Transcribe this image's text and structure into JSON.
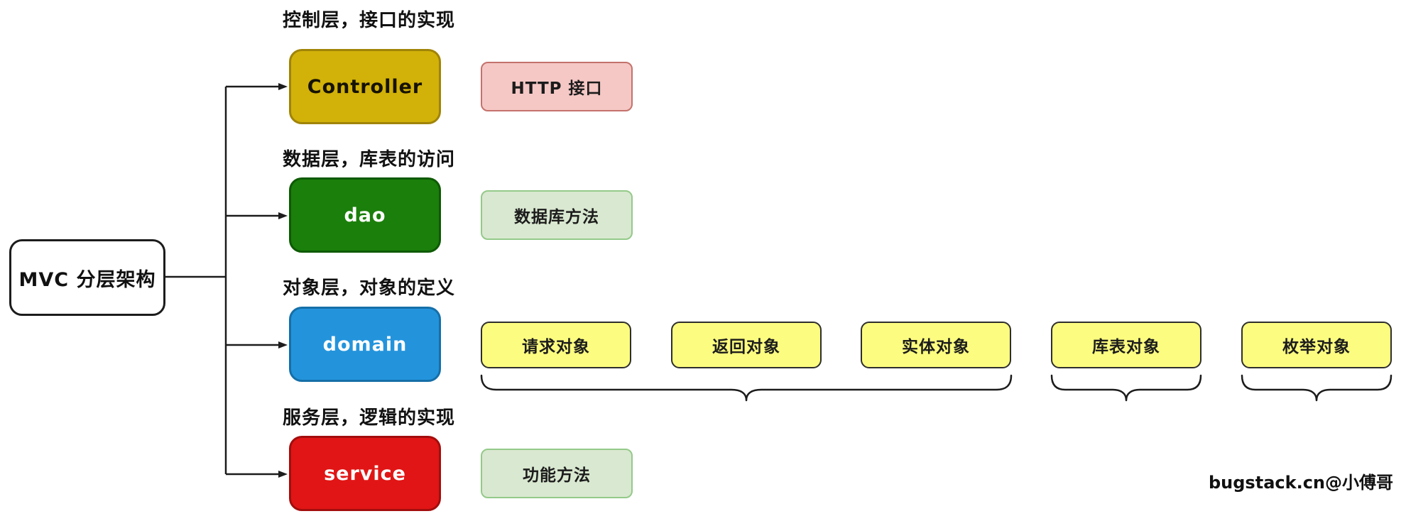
{
  "root": {
    "label": "MVC 分层架构"
  },
  "watermark": {
    "text": "bugstack.cn@小傅哥"
  },
  "colors": {
    "background": "#ffffff",
    "line": "#1c1c1c"
  },
  "layers": [
    {
      "heading": "控制层，接口的实现",
      "box": {
        "label": "Controller",
        "fill": "#d2b109",
        "border": "#a08407",
        "text": "#161200"
      },
      "annotations": [
        {
          "label": "HTTP 接口",
          "fill": "#f5c8c5",
          "border": "#c4726c",
          "text": "#1c1c1c"
        }
      ]
    },
    {
      "heading": "数据层，库表的访问",
      "box": {
        "label": "dao",
        "fill": "#1b7f0b",
        "border": "#0e5a04",
        "text": "#ffffff"
      },
      "annotations": [
        {
          "label": "数据库方法",
          "fill": "#d9e8d0",
          "border": "#94ca8a",
          "text": "#1c1c1c"
        }
      ]
    },
    {
      "heading": "对象层，对象的定义",
      "box": {
        "label": "domain",
        "fill": "#2394dc",
        "border": "#156fa8",
        "text": "#ffffff"
      },
      "annotations": [
        {
          "label": "请求对象",
          "fill": "#fcfc80",
          "border": "#2e2e2e",
          "text": "#1c1c1c"
        },
        {
          "label": "返回对象",
          "fill": "#fcfc80",
          "border": "#2e2e2e",
          "text": "#1c1c1c"
        },
        {
          "label": "实体对象",
          "fill": "#fcfc80",
          "border": "#2e2e2e",
          "text": "#1c1c1c"
        },
        {
          "label": "库表对象",
          "fill": "#fcfc80",
          "border": "#2e2e2e",
          "text": "#1c1c1c"
        },
        {
          "label": "枚举对象",
          "fill": "#fcfc80",
          "border": "#2e2e2e",
          "text": "#1c1c1c"
        }
      ]
    },
    {
      "heading": "服务层，逻辑的实现",
      "box": {
        "label": "service",
        "fill": "#e11515",
        "border": "#a30d0d",
        "text": "#ffffff"
      },
      "annotations": [
        {
          "label": "功能方法",
          "fill": "#d9e8d0",
          "border": "#94ca8a",
          "text": "#1c1c1c"
        }
      ]
    }
  ]
}
